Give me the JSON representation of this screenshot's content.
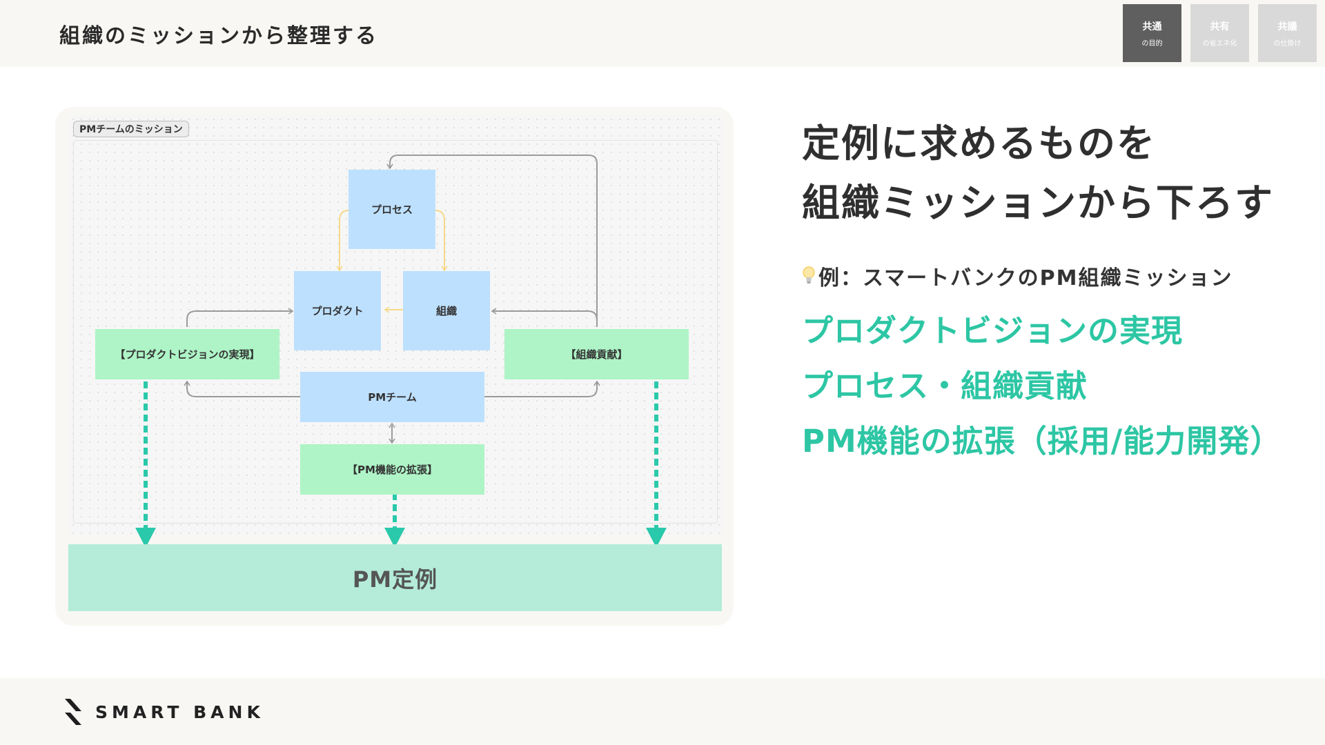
{
  "header": {
    "title": "組織のミッションから整理する",
    "tabs": [
      {
        "label": "共通",
        "sub": "の目的",
        "active": true
      },
      {
        "label": "共有",
        "sub": "の省エネ化",
        "active": false
      },
      {
        "label": "共議",
        "sub": "の仕掛け",
        "active": false
      }
    ]
  },
  "diagram": {
    "tag": "PMチームのミッション",
    "nodes": {
      "process": "プロセス",
      "product": "プロダクト",
      "organization": "組織",
      "product_vision": "【プロダクトビジョンの実現】",
      "org_contribution": "【組織貢献】",
      "pm_team": "PMチーム",
      "pm_expansion": "【PM機能の拡張】"
    },
    "meeting": "PM定例"
  },
  "content": {
    "heading_line1": "定例に求めるものを",
    "heading_line2": "組織ミッションから下ろす",
    "example": "例：スマートバンクのPM組織ミッション",
    "missions": [
      "プロダクトビジョンの実現",
      "プロセス・組織貢献",
      "PM機能の拡張（採用/能力開発）"
    ]
  },
  "footer": {
    "logo_text": "SMART BANK"
  },
  "colors": {
    "accent": "#2dc6a4",
    "node_blue": "#bde0ff",
    "node_green": "#aef4c6",
    "meeting": "#b4ecd9"
  }
}
